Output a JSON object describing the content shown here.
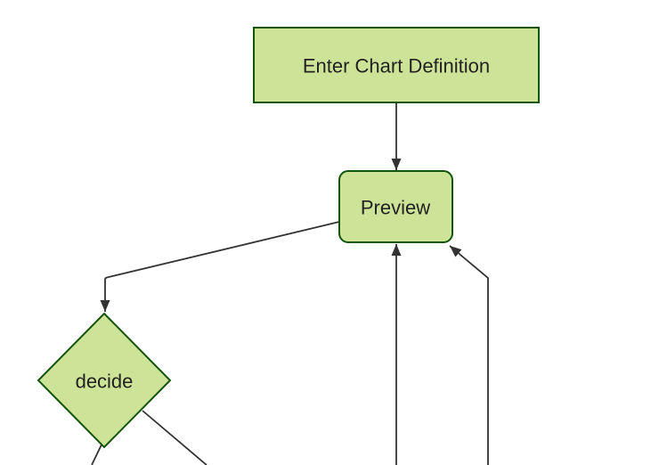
{
  "diagram": {
    "kind": "flowchart",
    "nodes": [
      {
        "id": "enter",
        "label": "Enter Chart Definition",
        "shape": "rectangle"
      },
      {
        "id": "preview",
        "label": "Preview",
        "shape": "rounded-rectangle"
      },
      {
        "id": "decide",
        "label": "decide",
        "shape": "diamond"
      }
    ],
    "edges": [
      {
        "from": "enter",
        "to": "preview",
        "arrow": true
      },
      {
        "from": "preview",
        "to": "decide",
        "arrow": true
      },
      {
        "from": "decide",
        "to": "offscreen-bottom-left",
        "arrow": false
      },
      {
        "from": "decide",
        "to": "offscreen-bottom-right",
        "arrow": false
      },
      {
        "from": "offscreen-bottom",
        "to": "preview",
        "arrow": true
      },
      {
        "from": "offscreen-bottom-2",
        "to": "preview",
        "arrow": true
      }
    ],
    "colors": {
      "background": "#ffffff",
      "node_fill": "#cde498",
      "node_border": "#13540c",
      "edge": "#333333",
      "label": "#222222"
    }
  }
}
